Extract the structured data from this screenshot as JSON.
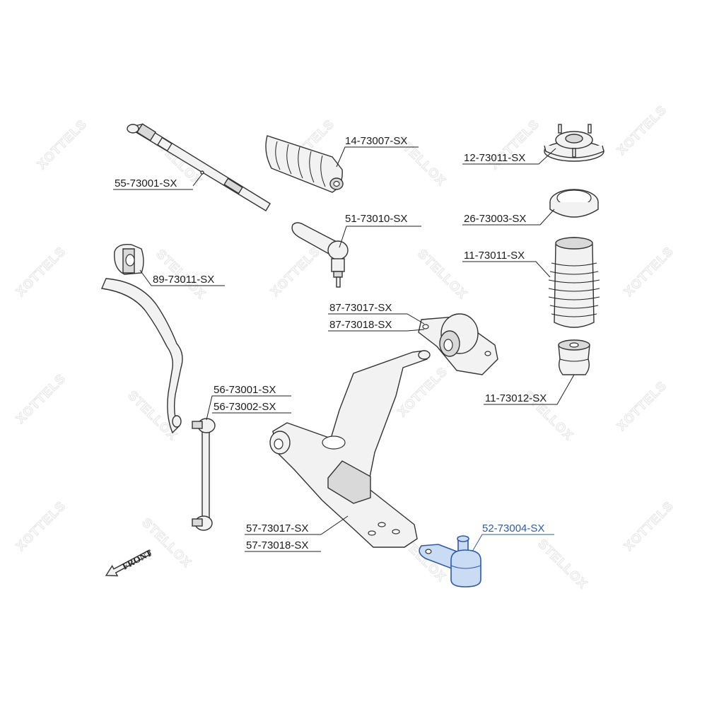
{
  "watermark": {
    "text_a": "STELLOX",
    "text_b": "XOTTELS",
    "color": "#e4e4e4"
  },
  "colors": {
    "label": "#1c1c1c",
    "highlight": "#2e5aa8",
    "highlight_fill": "#c9dcf3"
  },
  "front_marker": {
    "text": "FRONT",
    "icon": "arrow-left-down-icon"
  },
  "parts": [
    {
      "id": "tie-rod",
      "label": "55-73001-SX"
    },
    {
      "id": "steering-boot",
      "label": "14-73007-SX"
    },
    {
      "id": "strut-mount",
      "label": "12-73011-SX"
    },
    {
      "id": "bearing",
      "label": "26-73003-SX"
    },
    {
      "id": "tie-rod-end",
      "label": "51-73010-SX"
    },
    {
      "id": "stabilizer-bushing",
      "label": "89-73011-SX"
    },
    {
      "id": "dust-boot",
      "label": "11-73011-SX"
    },
    {
      "id": "arm-bushing",
      "labels": [
        "87-73017-SX",
        "87-73018-SX"
      ]
    },
    {
      "id": "bump-stop",
      "label": "11-73012-SX"
    },
    {
      "id": "stabilizer-link",
      "labels": [
        "56-73001-SX",
        "56-73002-SX"
      ]
    },
    {
      "id": "control-arm",
      "labels": [
        "57-73017-SX",
        "57-73018-SX"
      ]
    },
    {
      "id": "ball-joint",
      "label": "52-73004-SX",
      "highlighted": true
    }
  ]
}
